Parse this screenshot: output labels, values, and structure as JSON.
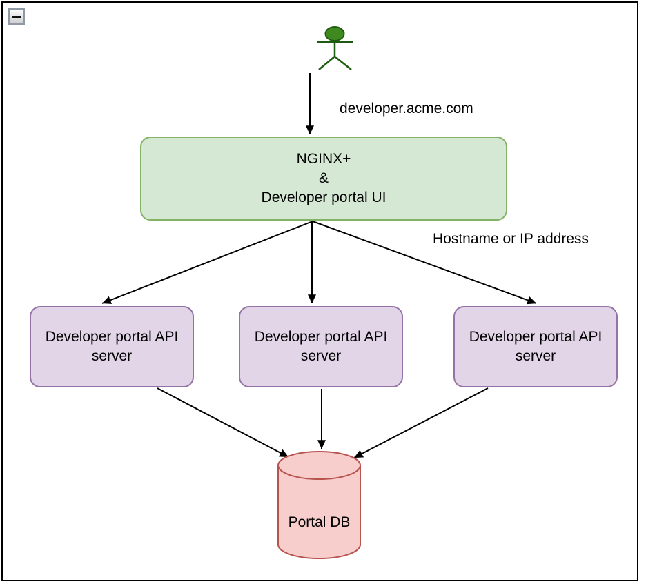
{
  "window": {
    "collapse_button": {
      "icon": "minus"
    }
  },
  "colors": {
    "gateway_fill": "#d5e8d4",
    "gateway_stroke": "#82b366",
    "server_fill": "#e1d5e7",
    "server_stroke": "#9673a6",
    "database_fill": "#f8cecc",
    "database_stroke": "#b85450",
    "actor_fill": "#3f8a20",
    "actor_stroke": "#1d5c10",
    "edge_color": "#000000"
  },
  "diagram": {
    "edge_labels": {
      "actor_to_gateway": "developer.acme.com",
      "gateway_to_servers": "Hostname or IP address"
    },
    "gateway": {
      "line1": "NGINX+",
      "line2": "&",
      "line3": "Developer portal UI"
    },
    "api_servers": [
      {
        "label": "Developer portal API server"
      },
      {
        "label": "Developer portal API server"
      },
      {
        "label": "Developer portal API server"
      }
    ],
    "database": {
      "label": "Portal DB"
    }
  }
}
